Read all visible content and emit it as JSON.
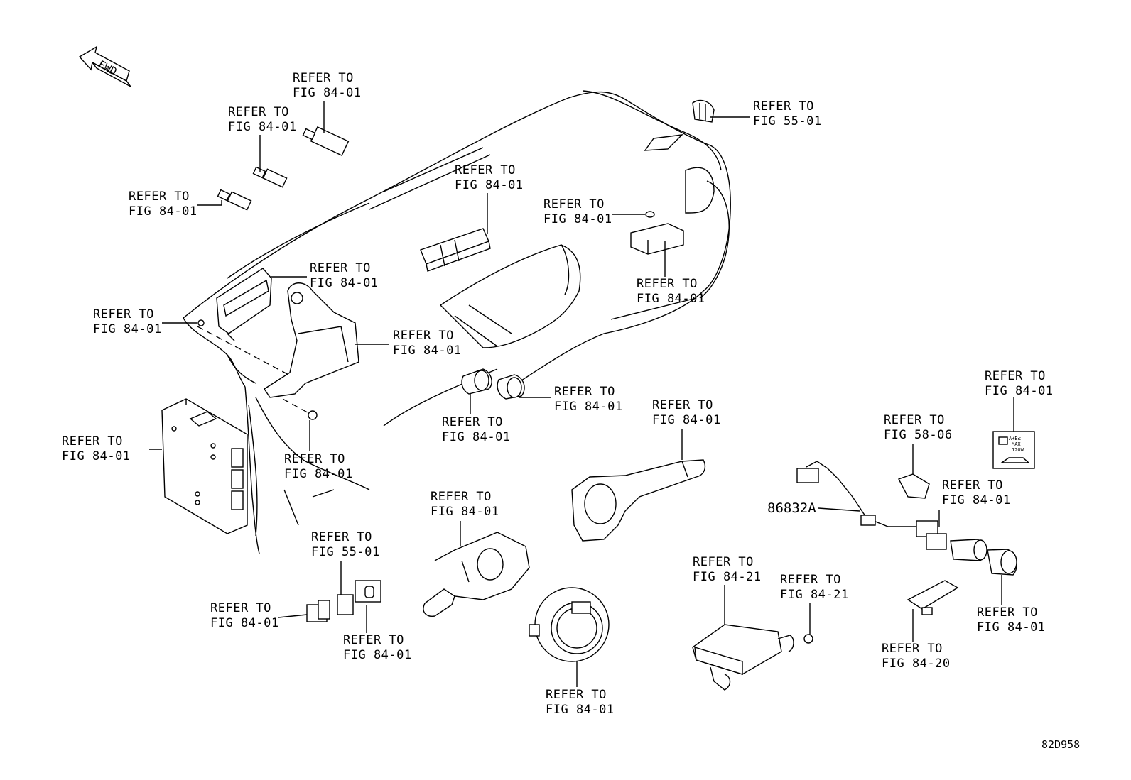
{
  "fwd_label": "FWD",
  "diagram_code": "82D958",
  "part_number": "86832A",
  "refs": [
    {
      "id": "r1",
      "l1": "REFER TO",
      "l2": "FIG 84-01"
    },
    {
      "id": "r2",
      "l1": "REFER TO",
      "l2": "FIG 84-01"
    },
    {
      "id": "r3",
      "l1": "REFER TO",
      "l2": "FIG 84-01"
    },
    {
      "id": "r4",
      "l1": "REFER TO",
      "l2": "FIG 55-01"
    },
    {
      "id": "r5",
      "l1": "REFER TO",
      "l2": "FIG 84-01"
    },
    {
      "id": "r6",
      "l1": "REFER TO",
      "l2": "FIG 84-01"
    },
    {
      "id": "r7",
      "l1": "REFER TO",
      "l2": "FIG 84-01"
    },
    {
      "id": "r8",
      "l1": "REFER TO",
      "l2": "FIG 84-01"
    },
    {
      "id": "r9",
      "l1": "REFER TO",
      "l2": "FIG 84-01"
    },
    {
      "id": "r10",
      "l1": "REFER TO",
      "l2": "FIG 84-01"
    },
    {
      "id": "r11",
      "l1": "REFER TO",
      "l2": "FIG 84-01"
    },
    {
      "id": "r12",
      "l1": "REFER TO",
      "l2": "FIG 84-01"
    },
    {
      "id": "r13",
      "l1": "REFER TO",
      "l2": "FIG 84-01"
    },
    {
      "id": "r14",
      "l1": "REFER TO",
      "l2": "FIG 84-01"
    },
    {
      "id": "r15",
      "l1": "REFER TO",
      "l2": "FIG 84-01"
    },
    {
      "id": "r16",
      "l1": "REFER TO",
      "l2": "FIG 84-01"
    },
    {
      "id": "r17",
      "l1": "REFER TO",
      "l2": "FIG 58-06"
    },
    {
      "id": "r18",
      "l1": "REFER TO",
      "l2": "FIG 84-01"
    },
    {
      "id": "r19",
      "l1": "REFER TO",
      "l2": "FIG 55-01"
    },
    {
      "id": "r20",
      "l1": "REFER TO",
      "l2": "FIG 84-01"
    },
    {
      "id": "r21",
      "l1": "REFER TO",
      "l2": "FIG 84-01"
    },
    {
      "id": "r22",
      "l1": "REFER TO",
      "l2": "FIG 84-21"
    },
    {
      "id": "r23",
      "l1": "REFER TO",
      "l2": "FIG 84-21"
    },
    {
      "id": "r24",
      "l1": "REFER TO",
      "l2": "FIG 84-01"
    },
    {
      "id": "r25",
      "l1": "REFER TO",
      "l2": "FIG 84-01"
    },
    {
      "id": "r26",
      "l1": "REFER TO",
      "l2": "FIG 84-01"
    },
    {
      "id": "r27",
      "l1": "REFER TO",
      "l2": "FIG 84-20"
    }
  ],
  "label_sticker": {
    "line1": "A+B≤",
    "line2": "MAX",
    "line3": "120W"
  }
}
